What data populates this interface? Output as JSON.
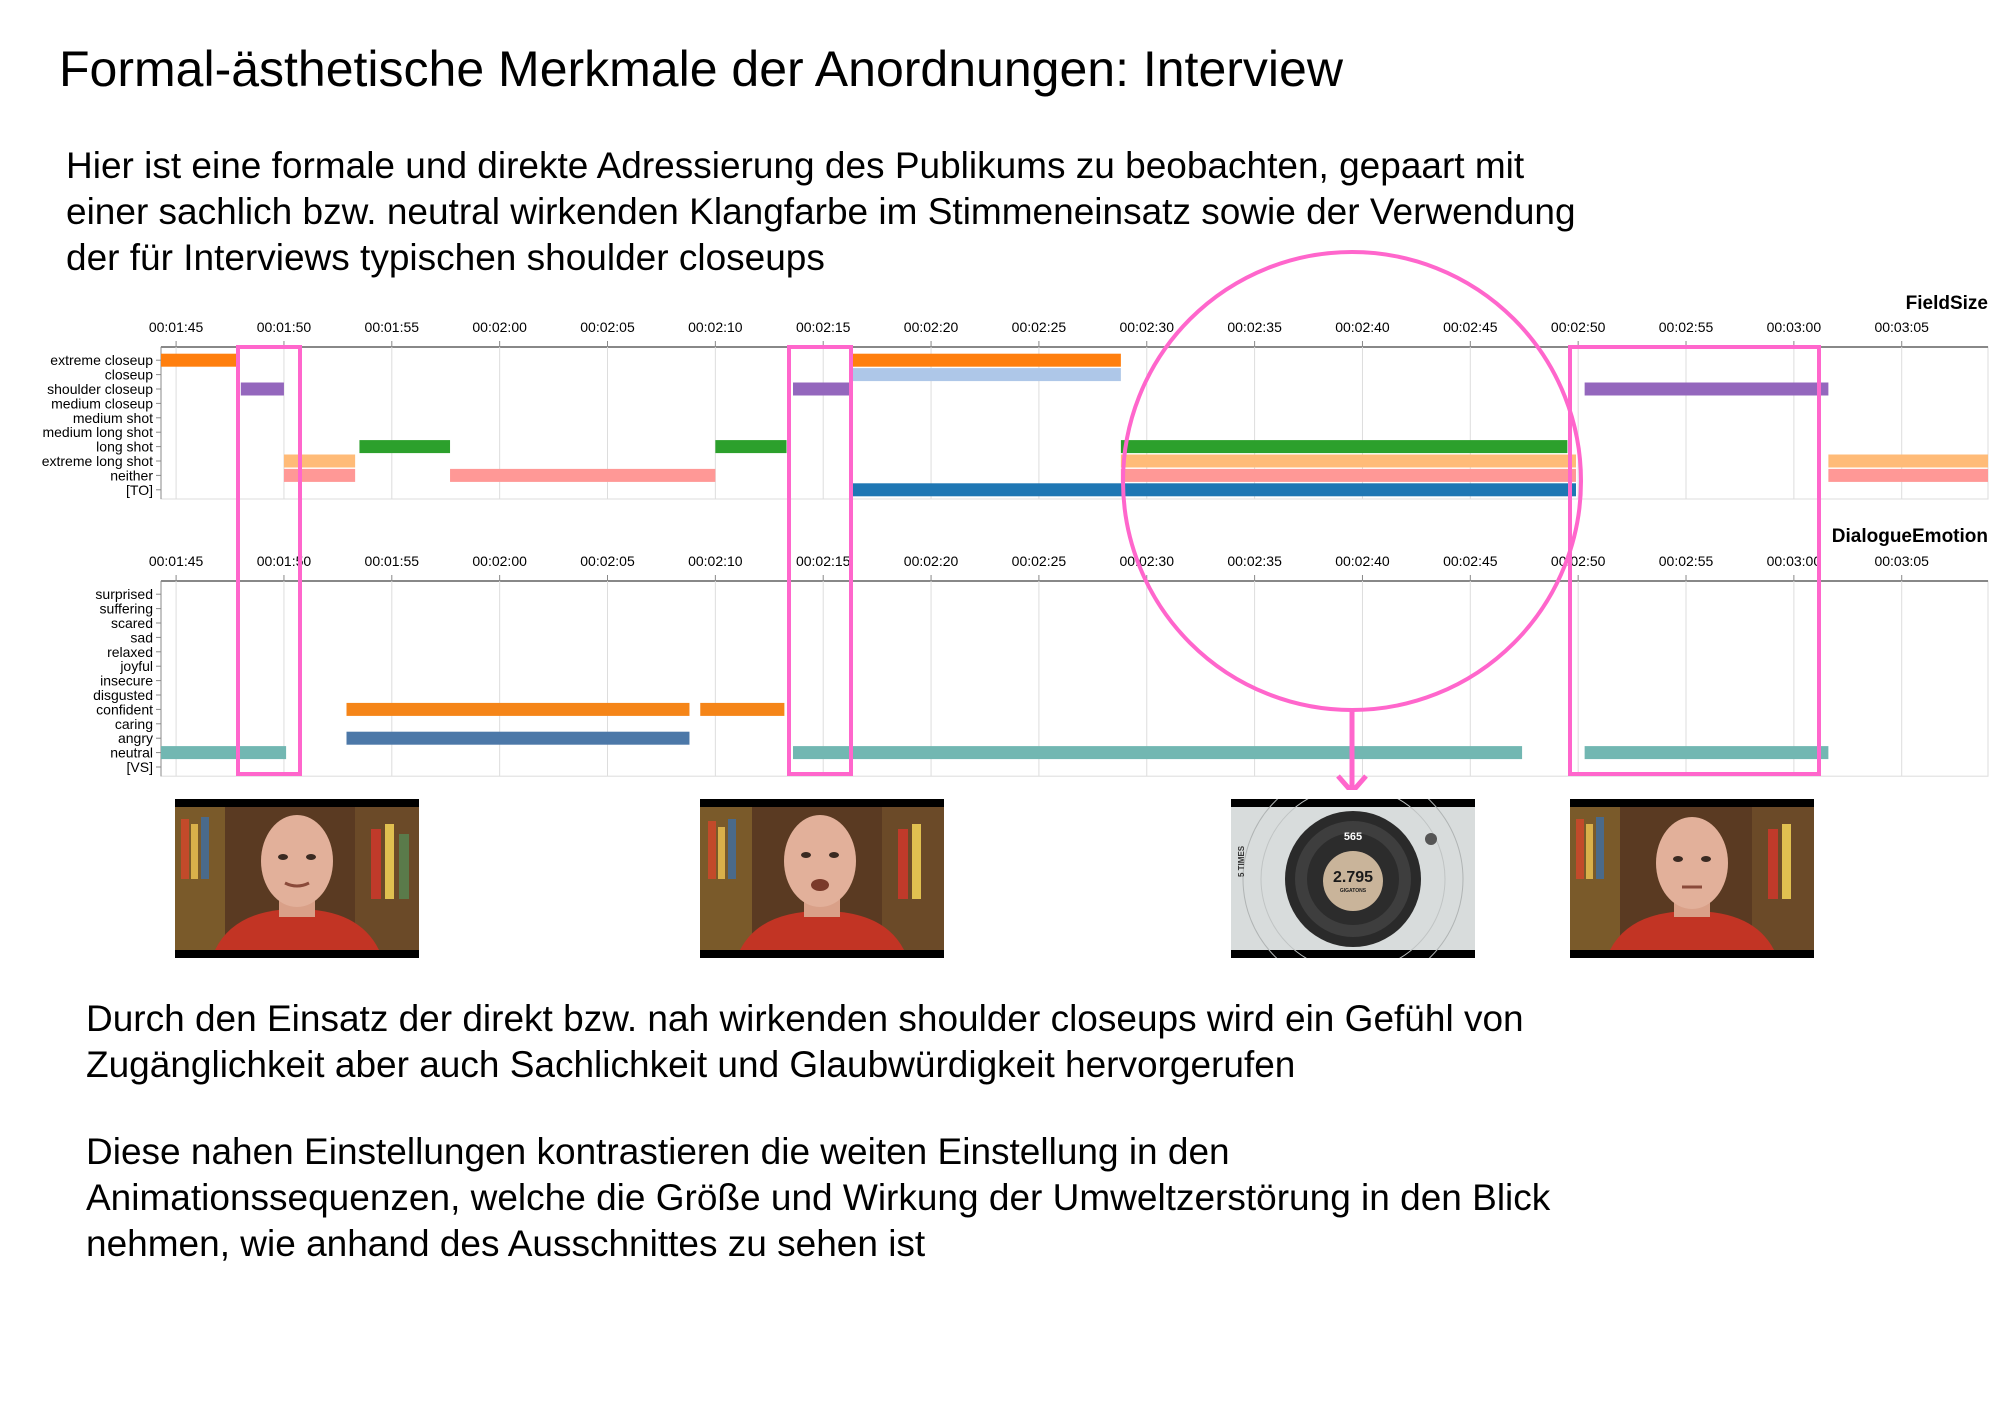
{
  "title": "Formal-ästhetische Merkmale der Anordnungen: Interview",
  "intro_lines": [
    "Hier ist eine formale und direkte Adressierung des Publikums zu beobachten, gepaart mit",
    "einer sachlich bzw. neutral wirkenden Klangfarbe im Stimmeneinsatz sowie der Verwendung",
    "der für Interviews typischen shoulder closeups"
  ],
  "body1_lines": [
    "Durch den Einsatz der direkt bzw. nah wirkenden shoulder closeups wird ein Gefühl von",
    "Zugänglichkeit aber auch Sachlichkeit und Glaubwürdigkeit hervorgerufen"
  ],
  "body2_lines": [
    "Diese nahen Einstellungen kontrastieren die weiten Einstellung in den",
    "Animationssequenzen, welche die Größe und Wirkung der Umweltzerstörung in den Blick",
    "nehmen, wie anhand des Ausschnittes zu sehen ist"
  ],
  "thumbnail_text": {
    "big_number": "2.795",
    "top_number": "565",
    "sub": "GIGATONS",
    "side": "5 TIMES"
  },
  "colors": {
    "highlight": "#ff66cc",
    "grid": "#dddddd",
    "axis": "#888888"
  },
  "chart_data": [
    {
      "type": "timeline",
      "title": "FieldSize",
      "x_unit": "seconds",
      "xlim": [
        104.3,
        189.0
      ],
      "x_ticks": [
        "00:01:45",
        "00:01:50",
        "00:01:55",
        "00:02:00",
        "00:02:05",
        "00:02:10",
        "00:02:15",
        "00:02:20",
        "00:02:25",
        "00:02:30",
        "00:02:35",
        "00:02:40",
        "00:02:45",
        "00:02:50",
        "00:02:55",
        "00:03:00",
        "00:03:05"
      ],
      "tick_values": [
        105,
        110,
        115,
        120,
        125,
        130,
        135,
        140,
        145,
        150,
        155,
        160,
        165,
        170,
        175,
        180,
        185
      ],
      "categories": [
        "extreme closeup",
        "closeup",
        "shoulder closeup",
        "medium closeup",
        "medium shot",
        "medium long shot",
        "long shot",
        "extreme long shot",
        "neither",
        "[TO]"
      ],
      "segments": [
        {
          "category": "extreme closeup",
          "start": 104.3,
          "end": 107.8,
          "color": "#ff7f0e"
        },
        {
          "category": "extreme closeup",
          "start": 136.3,
          "end": 148.8,
          "color": "#ff7f0e"
        },
        {
          "category": "closeup",
          "start": 136.3,
          "end": 148.8,
          "color": "#aec7e8"
        },
        {
          "category": "shoulder closeup",
          "start": 108.0,
          "end": 110.0,
          "color": "#9467bd"
        },
        {
          "category": "shoulder closeup",
          "start": 133.6,
          "end": 136.3,
          "color": "#9467bd"
        },
        {
          "category": "shoulder closeup",
          "start": 170.3,
          "end": 181.6,
          "color": "#9467bd"
        },
        {
          "category": "long shot",
          "start": 113.5,
          "end": 117.7,
          "color": "#2ca02c"
        },
        {
          "category": "long shot",
          "start": 130.0,
          "end": 133.3,
          "color": "#2ca02c"
        },
        {
          "category": "long shot",
          "start": 148.8,
          "end": 169.5,
          "color": "#2ca02c"
        },
        {
          "category": "extreme long shot",
          "start": 110.0,
          "end": 113.3,
          "color": "#ffbb78"
        },
        {
          "category": "extreme long shot",
          "start": 148.8,
          "end": 169.9,
          "color": "#ffbb78"
        },
        {
          "category": "extreme long shot",
          "start": 181.6,
          "end": 189.0,
          "color": "#ffbb78"
        },
        {
          "category": "neither",
          "start": 110.0,
          "end": 113.3,
          "color": "#ff9896"
        },
        {
          "category": "neither",
          "start": 117.7,
          "end": 130.0,
          "color": "#ff9896"
        },
        {
          "category": "neither",
          "start": 148.8,
          "end": 169.9,
          "color": "#ff9896"
        },
        {
          "category": "neither",
          "start": 181.6,
          "end": 189.0,
          "color": "#ff9896"
        },
        {
          "category": "[TO]",
          "start": 136.3,
          "end": 169.9,
          "color": "#1f77b4"
        }
      ]
    },
    {
      "type": "timeline",
      "title": "DialogueEmotion",
      "x_unit": "seconds",
      "xlim": [
        104.3,
        189.0
      ],
      "x_ticks": [
        "00:01:45",
        "00:01:50",
        "00:01:55",
        "00:02:00",
        "00:02:05",
        "00:02:10",
        "00:02:15",
        "00:02:20",
        "00:02:25",
        "00:02:30",
        "00:02:35",
        "00:02:40",
        "00:02:45",
        "00:02:50",
        "00:02:55",
        "00:03:00",
        "00:03:05"
      ],
      "tick_values": [
        105,
        110,
        115,
        120,
        125,
        130,
        135,
        140,
        145,
        150,
        155,
        160,
        165,
        170,
        175,
        180,
        185
      ],
      "categories": [
        "surprised",
        "suffering",
        "scared",
        "sad",
        "relaxed",
        "joyful",
        "insecure",
        "disgusted",
        "confident",
        "caring",
        "angry",
        "neutral",
        "[VS]"
      ],
      "segments": [
        {
          "category": "confident",
          "start": 112.9,
          "end": 128.8,
          "color": "#f58518"
        },
        {
          "category": "confident",
          "start": 129.3,
          "end": 133.2,
          "color": "#f58518"
        },
        {
          "category": "angry",
          "start": 112.9,
          "end": 128.8,
          "color": "#4c78a8"
        },
        {
          "category": "neutral",
          "start": 104.3,
          "end": 110.1,
          "color": "#72b7b2"
        },
        {
          "category": "neutral",
          "start": 133.6,
          "end": 167.4,
          "color": "#72b7b2"
        },
        {
          "category": "neutral",
          "start": 170.3,
          "end": 181.6,
          "color": "#72b7b2"
        }
      ]
    }
  ]
}
